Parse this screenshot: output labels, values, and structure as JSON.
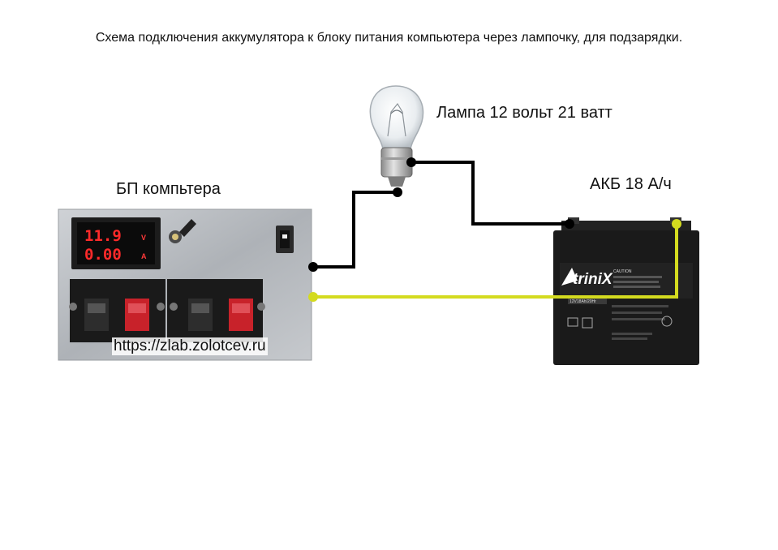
{
  "title": "Схема подключения аккумулятора к блоку питания компьютера через лампочку, для подзарядки.",
  "labels": {
    "lamp": "Лампа 12 вольт 21 ватт",
    "psu": "БП компьтера",
    "battery": "АКБ 18 А/ч"
  },
  "psu_panel": {
    "voltage": "11.9",
    "current": "0.00",
    "voltage_unit": "V",
    "current_unit": "A"
  },
  "battery_panel": {
    "brand": "triniX",
    "caution": "CAUTION",
    "model": "12V18Ah/20Hr"
  },
  "watermark": "https://zlab.zolotcev.ru",
  "colors": {
    "wire_negative": "#000000",
    "wire_positive": "#d4db1f",
    "psu_body": "#b9bcc0",
    "battery_body": "#1a1a1a",
    "meter_digits": "#ff2a2a"
  }
}
